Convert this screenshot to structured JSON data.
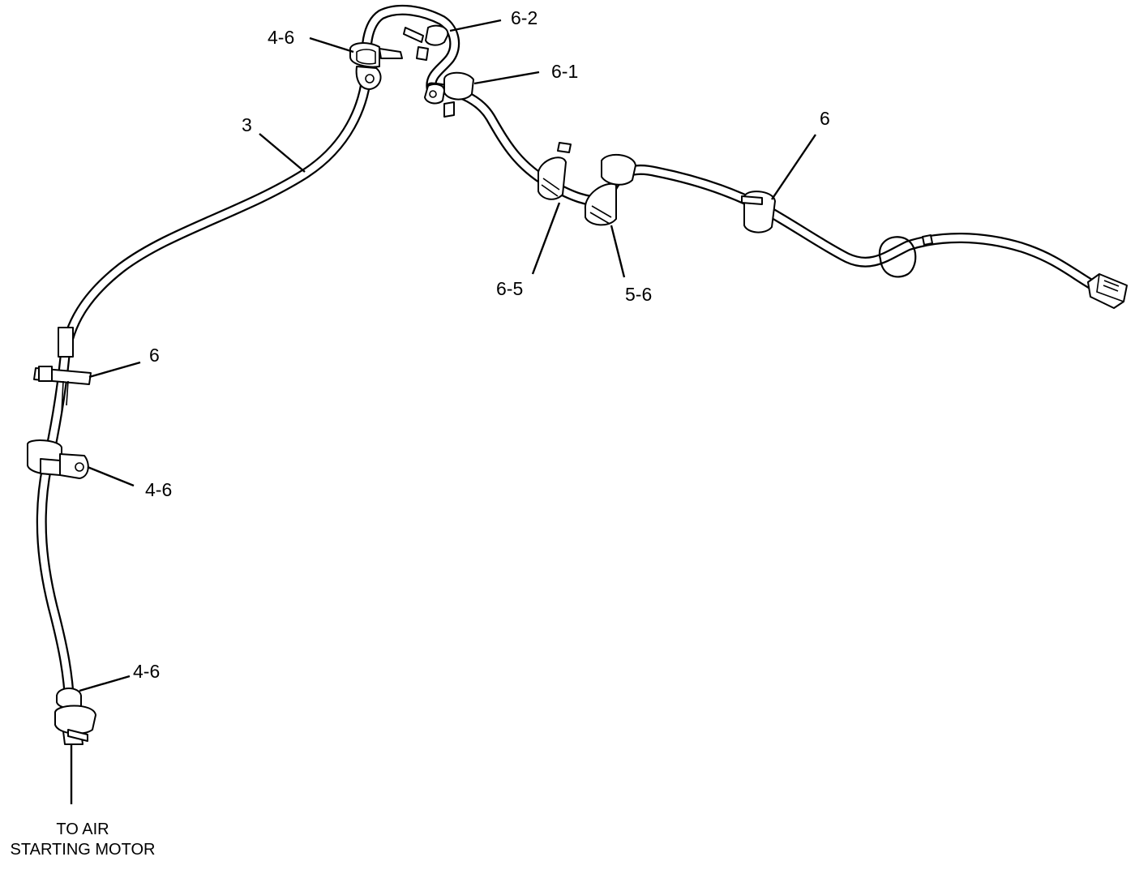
{
  "callouts": {
    "clip_top": "4-6",
    "clip_6_2": "6-2",
    "clip_6_1": "6-1",
    "hose": "3",
    "strap_right": "6",
    "clip_6_5": "6-5",
    "clip_5_6": "5-6",
    "strap_left": "6",
    "clip_left_mid": "4-6",
    "clip_bottom": "4-6"
  },
  "note": {
    "line1": "TO AIR",
    "line2": "STARTING MOTOR"
  }
}
